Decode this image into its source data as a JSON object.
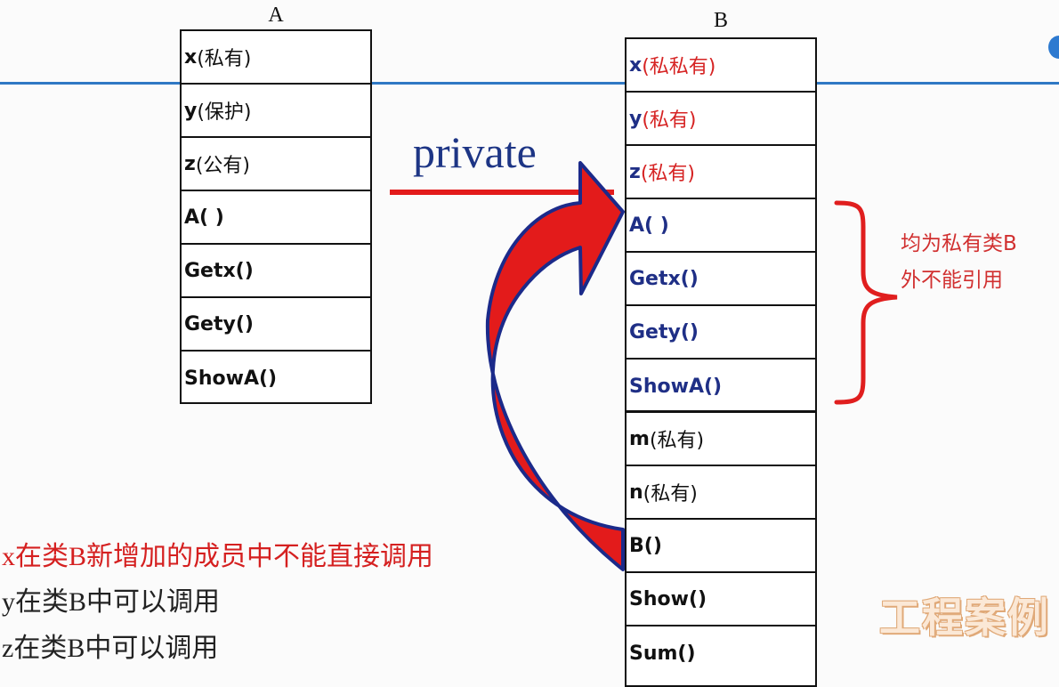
{
  "class_a": {
    "title": "A",
    "members": [
      {
        "name": "x",
        "tag": "(私有)"
      },
      {
        "name": "y",
        "tag": "(保护)"
      },
      {
        "name": "z",
        "tag": "(公有)"
      },
      {
        "name": "A( )",
        "tag": ""
      },
      {
        "name": "Getx()",
        "tag": ""
      },
      {
        "name": "Gety()",
        "tag": ""
      },
      {
        "name": "ShowA()",
        "tag": ""
      }
    ]
  },
  "class_b": {
    "title": "B",
    "inherited_members": [
      {
        "name": "x",
        "tag": "(私私有)"
      },
      {
        "name": "y",
        "tag": "(私有)"
      },
      {
        "name": "z",
        "tag": "(私有)"
      },
      {
        "name": "A( )",
        "tag": ""
      },
      {
        "name": "Getx()",
        "tag": ""
      },
      {
        "name": "Gety()",
        "tag": ""
      },
      {
        "name": "ShowA()",
        "tag": ""
      }
    ],
    "new_members": [
      {
        "name": "m",
        "tag": "(私有)"
      },
      {
        "name": "n",
        "tag": "(私有)"
      },
      {
        "name": "B()",
        "tag": ""
      },
      {
        "name": "Show()",
        "tag": ""
      },
      {
        "name": "Sum()",
        "tag": ""
      }
    ]
  },
  "inheritance_label": "private",
  "brace_note": [
    "均为私有类B",
    "外不能引用"
  ],
  "notes": [
    "x在类B新增加的成员中不能直接调用",
    "y在类B中可以调用",
    "z在类B中可以调用"
  ],
  "watermark": "工程案例",
  "colors": {
    "inherited_name": "#1f2f86",
    "private_tag": "#d62323",
    "arrow_fill": "#e31b1b",
    "arrow_outline": "#1b2a8a",
    "divider_line": "#2f78c4"
  }
}
